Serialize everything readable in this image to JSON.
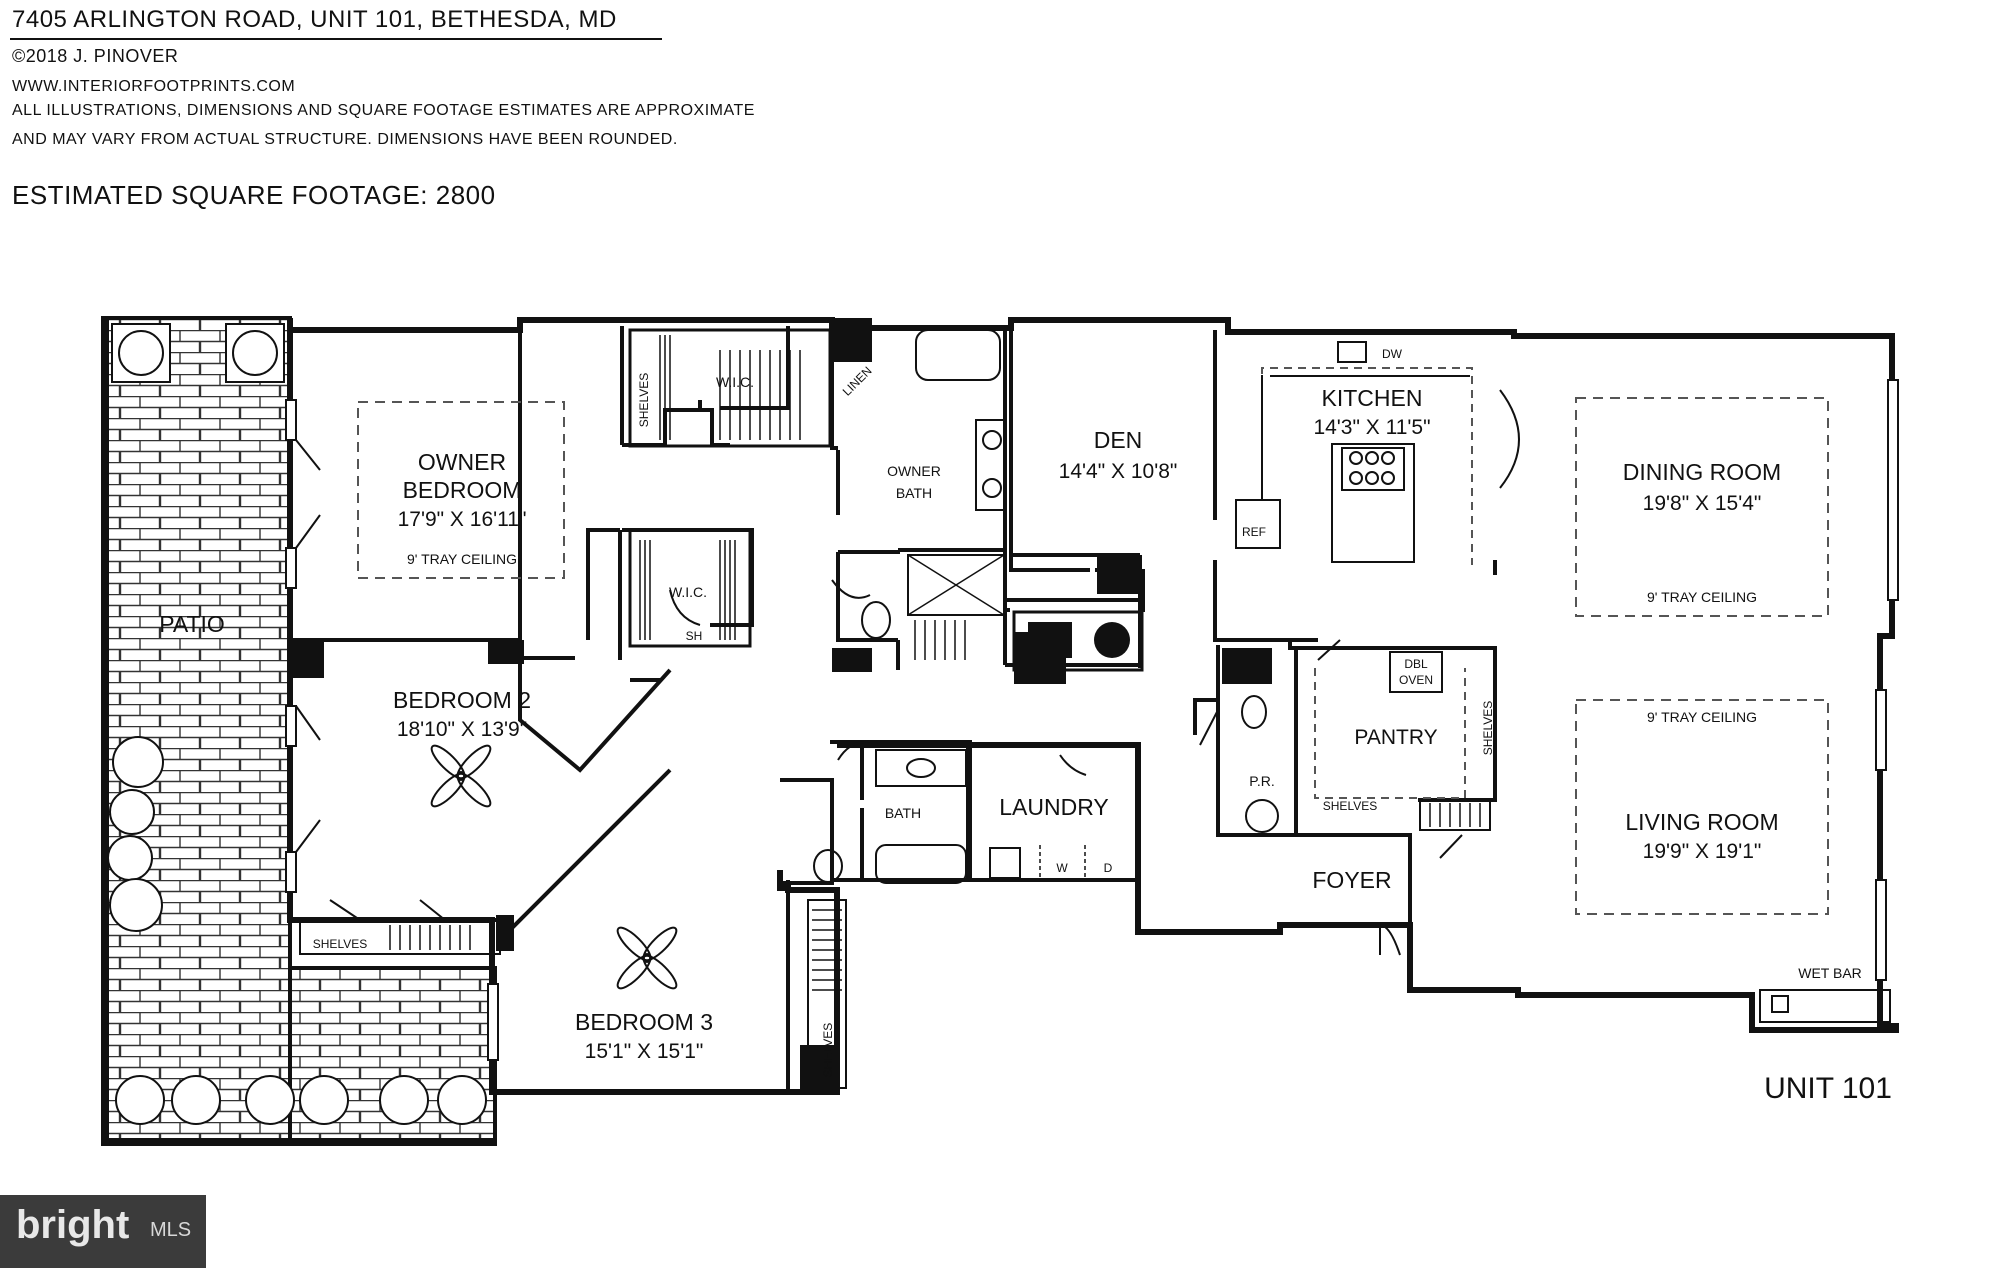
{
  "header": {
    "address": "7405 ARLINGTON ROAD, UNIT 101, BETHESDA, MD",
    "copyright": "©2018 J. PINOVER",
    "website": "WWW.INTERIORFOOTPRINTS.COM",
    "disclaimer_line1": "ALL ILLUSTRATIONS, DIMENSIONS AND SQUARE FOOTAGE ESTIMATES ARE APPROXIMATE",
    "disclaimer_line2": "AND MAY VARY FROM ACTUAL STRUCTURE. DIMENSIONS HAVE BEEN ROUNDED.",
    "sqft": "ESTIMATED SQUARE FOOTAGE: 2800"
  },
  "rooms": {
    "patio": "PATIO",
    "owner_bedroom_line1": "OWNER",
    "owner_bedroom_line2": "BEDROOM",
    "owner_bedroom_dims": "17'9\" X 16'11\"",
    "owner_bedroom_ceiling": "9' TRAY CEILING",
    "wic1": "W.I.C.",
    "wic2": "W.I.C.",
    "linen": "LINEN",
    "owner_bath_line1": "OWNER",
    "owner_bath_line2": "BATH",
    "den": "DEN",
    "den_dims": "14'4\" X 10'8\"",
    "kitchen": "KITCHEN",
    "kitchen_dims": "14'3\" X 11'5\"",
    "ref": "REF",
    "dw": "DW",
    "dining_room": "DINING ROOM",
    "dining_dims": "19'8\" X 15'4\"",
    "dining_ceiling": "9' TRAY CEILING",
    "living_ceiling": "9' TRAY CEILING",
    "living_room": "LIVING ROOM",
    "living_dims": "19'9\" X 19'1\"",
    "bedroom2": "BEDROOM 2",
    "bedroom2_dims": "18'10\" X 13'9\"",
    "bedroom3": "BEDROOM 3",
    "bedroom3_dims": "15'1\" X 15'1\"",
    "bath": "BATH",
    "laundry": "LAUNDRY",
    "pantry": "PANTRY",
    "dbl_oven_line1": "DBL",
    "dbl_oven_line2": "OVEN",
    "pr": "P.R.",
    "foyer": "FOYER",
    "wet_bar": "WET BAR",
    "sh": "SH",
    "shelves_wic1": "SHELVES",
    "shelves_bed2": "SHELVES",
    "shelves_bed3": "SHELVES",
    "shelves_pantry_side": "SHELVES",
    "shelves_pantry": "SHELVES",
    "washer": "W",
    "dryer": "D"
  },
  "unit_label": "UNIT 101",
  "watermark": {
    "logo": "bright",
    "suffix": "MLS"
  }
}
